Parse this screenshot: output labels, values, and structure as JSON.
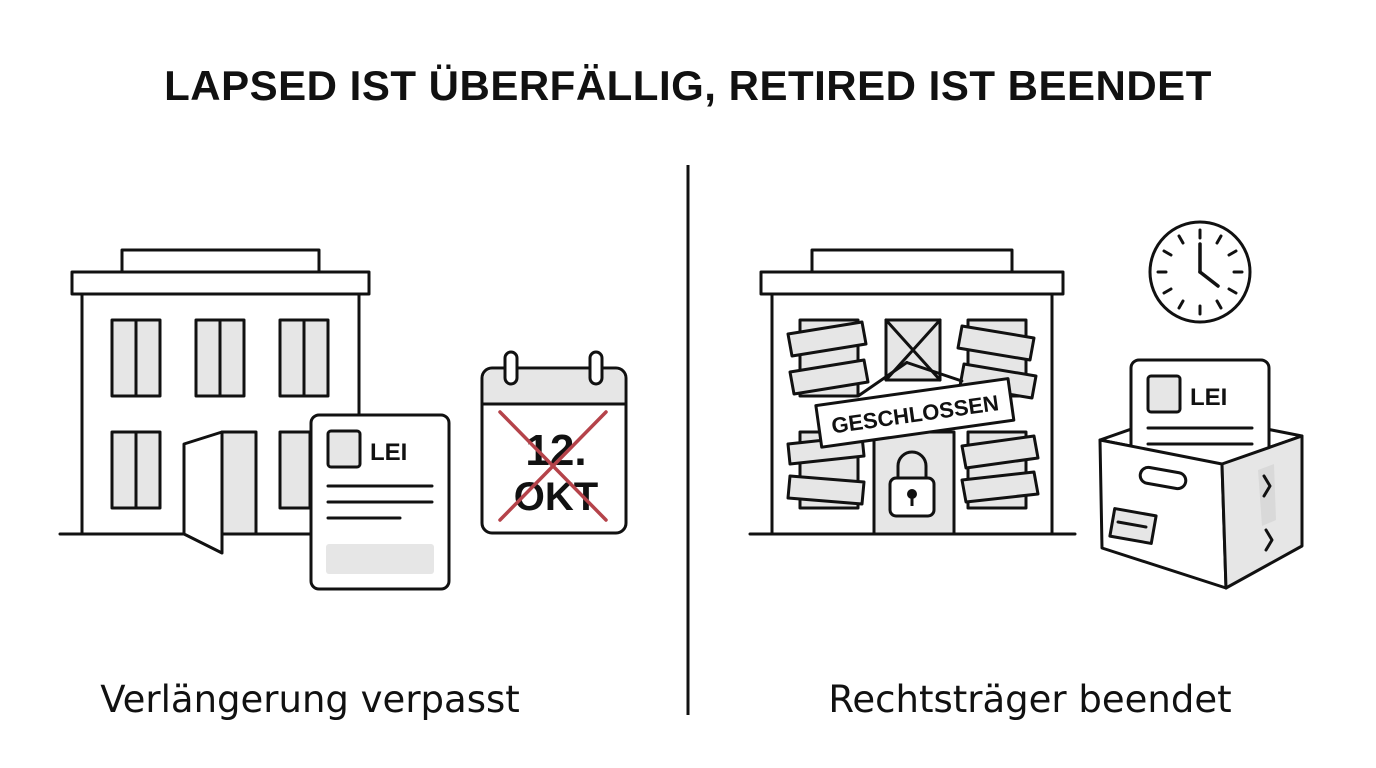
{
  "title": "LAPSED IST ÜBERFÄLLIG, RETIRED IST BEENDET",
  "left_panel": {
    "caption": "Verlängerung verpasst",
    "document_label": "LEI",
    "calendar": {
      "day": "12.",
      "month": "OKT",
      "cross_color": "#b5434a"
    }
  },
  "right_panel": {
    "caption": "Rechtsträger beendet",
    "sign_text": "GESCHLOSSEN",
    "document_label": "LEI"
  },
  "icons": [
    "office-building-icon",
    "door-open-icon",
    "lei-document-icon",
    "calendar-icon",
    "red-cross-icon",
    "closed-building-icon",
    "padlock-icon",
    "clock-icon",
    "cardboard-box-icon"
  ],
  "colors": {
    "ink": "#111111",
    "shade": "#e6e6e6",
    "cross": "#b5434a"
  }
}
